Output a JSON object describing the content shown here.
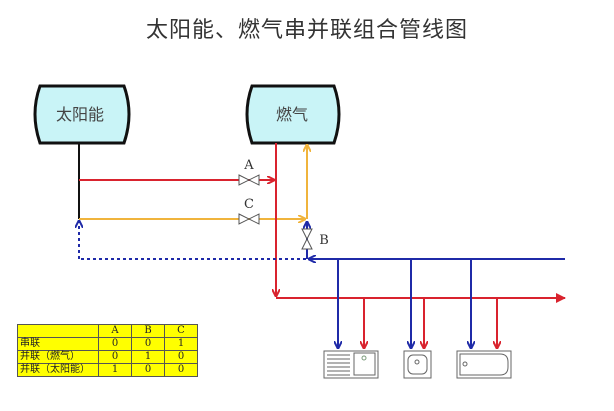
{
  "title": "太阳能、燃气串并联组合管线图",
  "tanks": {
    "solar": "太阳能",
    "gas": "燃气"
  },
  "valves": {
    "a": "A",
    "b": "B",
    "c": "C"
  },
  "colors": {
    "hot_water": "#d9232e",
    "solar_to_gas": "#f0b43c",
    "cold_water": "#1f2aa8",
    "solar_outlet": "#111111",
    "tank_fill": "#c9f4f7",
    "table_fill": "#ffff00"
  },
  "fixtures": [
    "kitchen-sink",
    "wash-basin",
    "bathtub"
  ],
  "table": {
    "headers": [
      "",
      "A",
      "B",
      "C"
    ],
    "rows": [
      {
        "label": "串联",
        "values": [
          "0",
          "0",
          "1"
        ]
      },
      {
        "label": "并联（燃气）",
        "values": [
          "0",
          "1",
          "0"
        ]
      },
      {
        "label": "并联（太阳能）",
        "values": [
          "1",
          "0",
          "0"
        ]
      }
    ]
  }
}
